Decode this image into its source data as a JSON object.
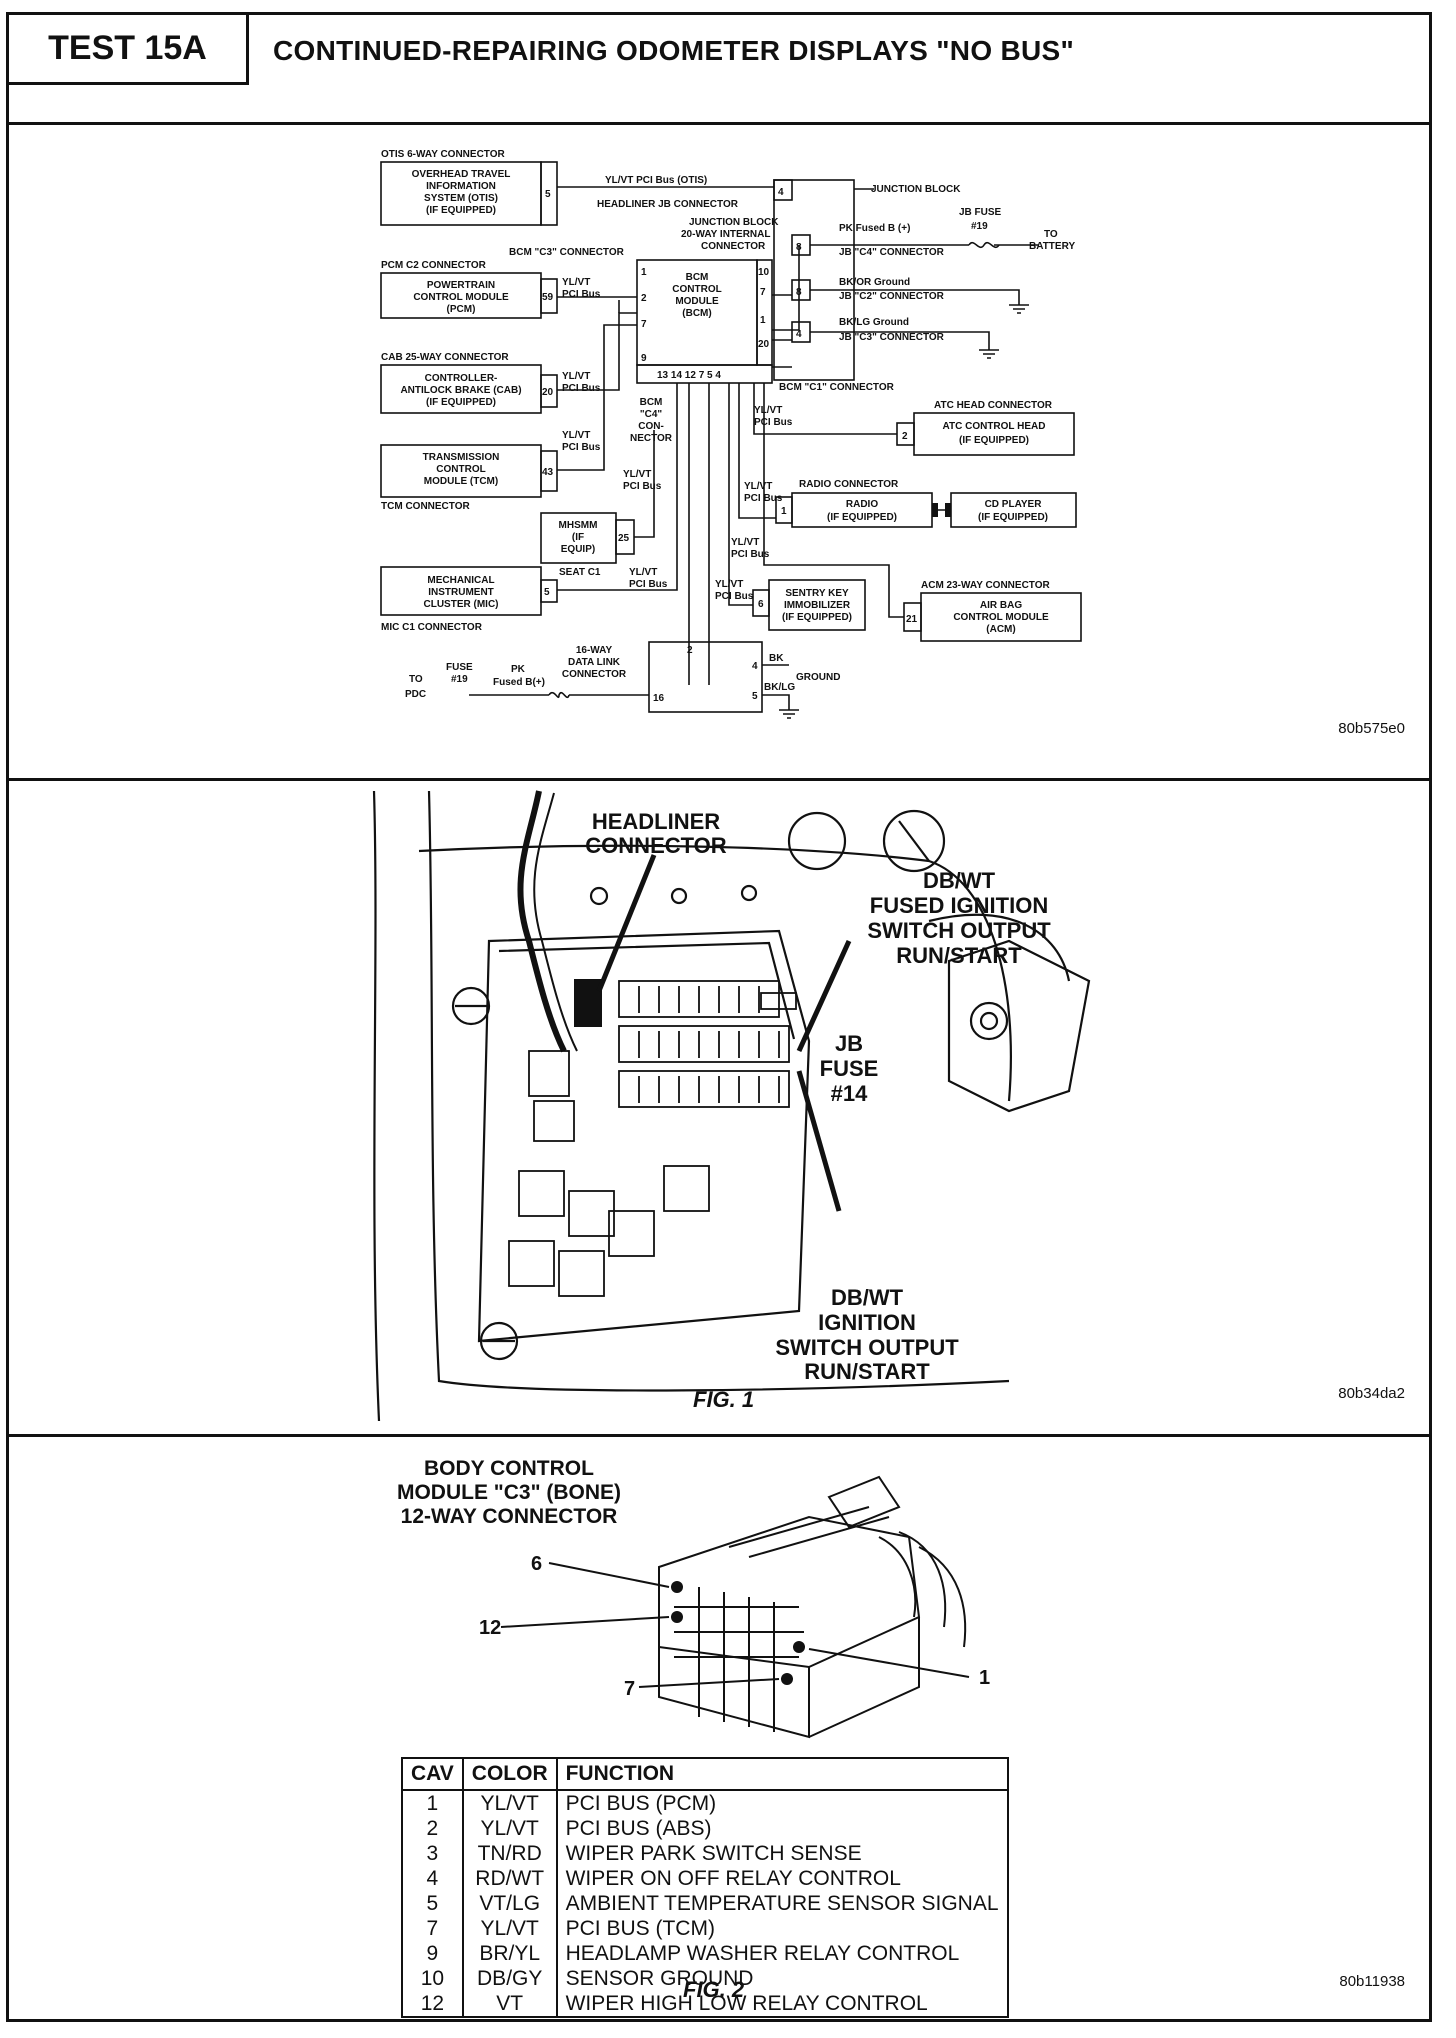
{
  "header": {
    "test_id": "TEST 15A",
    "title": "CONTINUED-REPAIRING ODOMETER DISPLAYS \"NO BUS\""
  },
  "schematic": {
    "ref": "80b575e0",
    "labels": {
      "otis_conn": "OTIS 6-WAY CONNECTOR",
      "otis_box_1": "OVERHEAD TRAVEL",
      "otis_box_2": "INFORMATION",
      "otis_box_3": "SYSTEM (OTIS)",
      "otis_box_4": "(IF EQUIPPED)",
      "otis_pin": "5",
      "otis_wire": "YL/VT PCI Bus (OTIS)",
      "headliner_jb": "HEADLINER JB CONNECTOR",
      "jb_pin_4": "4",
      "junction_block": "JUNCTION BLOCK",
      "jb_internal_1": "JUNCTION BLOCK",
      "jb_internal_2": "20-WAY INTERNAL",
      "jb_internal_3": "CONNECTOR",
      "bcm_c3": "BCM \"C3\" CONNECTOR",
      "pcm_conn": "PCM C2 CONNECTOR",
      "pcm_box_1": "POWERTRAIN",
      "pcm_box_2": "CONTROL MODULE",
      "pcm_box_3": "(PCM)",
      "pcm_pin": "59",
      "cab_conn": "CAB 25-WAY CONNECTOR",
      "cab_box_1": "CONTROLLER-",
      "cab_box_2": "ANTILOCK BRAKE (CAB)",
      "cab_box_3": "(IF EQUIPPED)",
      "cab_pin": "20",
      "tcm_box_1": "TRANSMISSION",
      "tcm_box_2": "CONTROL",
      "tcm_box_3": "MODULE (TCM)",
      "tcm_pin": "43",
      "tcm_conn": "TCM CONNECTOR",
      "mhsmm_1": "MHSMM",
      "mhsmm_2": "(IF",
      "mhsmm_3": "EQUIP)",
      "mhsmm_pin": "25",
      "seat_c1": "SEAT C1",
      "mic_box_1": "MECHANICAL",
      "mic_box_2": "INSTRUMENT",
      "mic_box_3": "CLUSTER (MIC)",
      "mic_pin": "5",
      "mic_conn": "MIC C1 CONNECTOR",
      "yl_vt": "YL/VT",
      "pci_bus": "PCI Bus",
      "bcm_1": "BCM",
      "bcm_2": "CONTROL",
      "bcm_3": "MODULE",
      "bcm_4": "(BCM)",
      "bcm_pin_1": "1",
      "bcm_pin_2": "2",
      "bcm_pin_7": "7",
      "bcm_pin_9": "9",
      "bcm_pin_10": "10",
      "bcm_r7": "7",
      "bcm_r1": "1",
      "bcm_r20": "20",
      "bcm_bottom_pins": "13 14  12  7  5  4",
      "bcm_c4_1": "BCM",
      "bcm_c4_2": "\"C4\"",
      "bcm_c4_3": "CON-",
      "bcm_c4_4": "NECTOR",
      "bcm_c1": "BCM \"C1\" CONNECTOR",
      "pk_fused": "PK Fused B (+)",
      "jb_fuse": "JB FUSE",
      "jb_fuse_19": "#19",
      "to_battery_1": "TO",
      "to_battery_2": "BATTERY",
      "jb_pin_8": "8",
      "jb_c4": "JB \"C4\" CONNECTOR",
      "bk_or": "BK/OR Ground",
      "jb_c2": "JB \"C2\" CONNECTOR",
      "bk_lg": "BK/LG Ground",
      "jb_c3": "JB \"C3\" CONNECTOR",
      "atc_conn": "ATC HEAD CONNECTOR",
      "atc_box_1": "ATC CONTROL HEAD",
      "atc_box_2": "(IF EQUIPPED)",
      "atc_pin": "2",
      "radio_conn": "RADIO CONNECTOR",
      "radio_1": "RADIO",
      "radio_2": "(IF EQUIPPED)",
      "radio_pin": "1",
      "cd_1": "CD PLAYER",
      "cd_2": "(IF EQUIPPED)",
      "acm_conn": "ACM 23-WAY CONNECTOR",
      "acm_1": "AIR BAG",
      "acm_2": "CONTROL MODULE",
      "acm_3": "(ACM)",
      "acm_pin": "21",
      "skim_1": "SENTRY KEY",
      "skim_2": "IMMOBILIZER",
      "skim_3": "(IF EQUIPPED)",
      "skim_pin": "6",
      "dlc_1": "16-WAY",
      "dlc_2": "DATA LINK",
      "dlc_3": "CONNECTOR",
      "dlc_pin_2": "2",
      "dlc_pin_4": "4",
      "dlc_pin_5": "5",
      "dlc_pin_16": "16",
      "bk": "BK",
      "bk_lg_short": "BK/LG",
      "ground": "GROUND",
      "fuse_1": "FUSE",
      "fuse_2": "#19",
      "pk": "PK",
      "fused_b": "Fused B(+)",
      "to_pdc_1": "TO",
      "to_pdc_2": "PDC"
    }
  },
  "fig1": {
    "ref": "80b34da2",
    "caption": "FIG. 1",
    "headliner_1": "HEADLINER",
    "headliner_2": "CONNECTOR",
    "fused_1": "DB/WT",
    "fused_2": "FUSED IGNITION",
    "fused_3": "SWITCH OUTPUT",
    "fused_4": "RUN/START",
    "jb_1": "JB",
    "jb_2": "FUSE",
    "jb_3": "#14",
    "ign_1": "DB/WT",
    "ign_2": "IGNITION",
    "ign_3": "SWITCH OUTPUT",
    "ign_4": "RUN/START"
  },
  "fig2": {
    "ref": "80b11938",
    "caption": "FIG. 2",
    "connector_title_1": "BODY CONTROL",
    "connector_title_2": "MODULE \"C3\" (BONE)",
    "connector_title_3": "12-WAY CONNECTOR",
    "pin_callouts": {
      "p6": "6",
      "p12": "12",
      "p7": "7",
      "p1": "1"
    },
    "table": {
      "headers": [
        "CAV",
        "COLOR",
        "FUNCTION"
      ],
      "rows": [
        [
          "1",
          "YL/VT",
          "PCI BUS (PCM)"
        ],
        [
          "2",
          "YL/VT",
          "PCI BUS (ABS)"
        ],
        [
          "3",
          "TN/RD",
          "WIPER PARK SWITCH SENSE"
        ],
        [
          "4",
          "RD/WT",
          "WIPER ON OFF RELAY CONTROL"
        ],
        [
          "5",
          "VT/LG",
          "AMBIENT TEMPERATURE SENSOR SIGNAL"
        ],
        [
          "7",
          "YL/VT",
          "PCI BUS (TCM)"
        ],
        [
          "9",
          "BR/YL",
          "HEADLAMP WASHER RELAY CONTROL"
        ],
        [
          "10",
          "DB/GY",
          "SENSOR GROUND"
        ],
        [
          "12",
          "VT",
          "WIPER HIGH LOW RELAY CONTROL"
        ]
      ]
    }
  }
}
